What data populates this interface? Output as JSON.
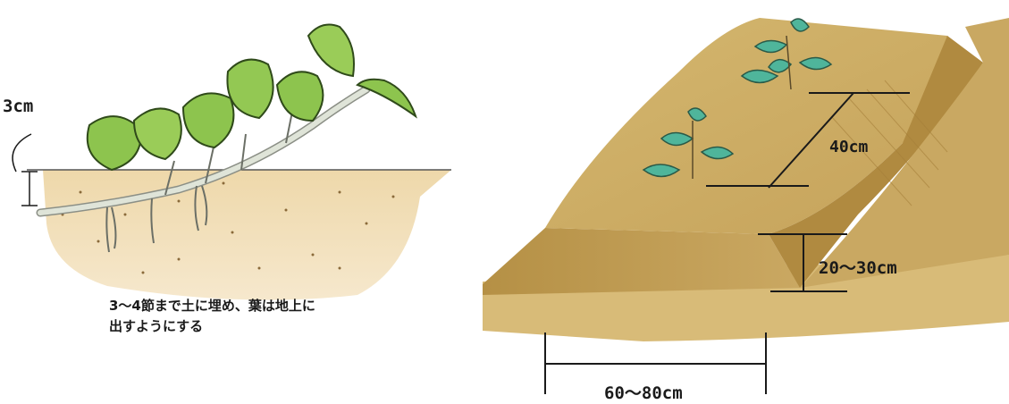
{
  "left_figure": {
    "depth_label": "3cm",
    "instruction_line1": "3〜4節まで土に埋め、葉は地上に",
    "instruction_line2": "出すようにする"
  },
  "right_figure": {
    "spacing_label": "40cm",
    "height_label": "20〜30cm",
    "width_label": "60〜80cm"
  },
  "colors": {
    "soil": "#e9cf9a",
    "ridge": "#c8a458",
    "leaf_light": "#8dc44e",
    "leaf_teal": "#4fb59b",
    "stem": "#d6dcd0",
    "line": "#1a1a1a"
  }
}
